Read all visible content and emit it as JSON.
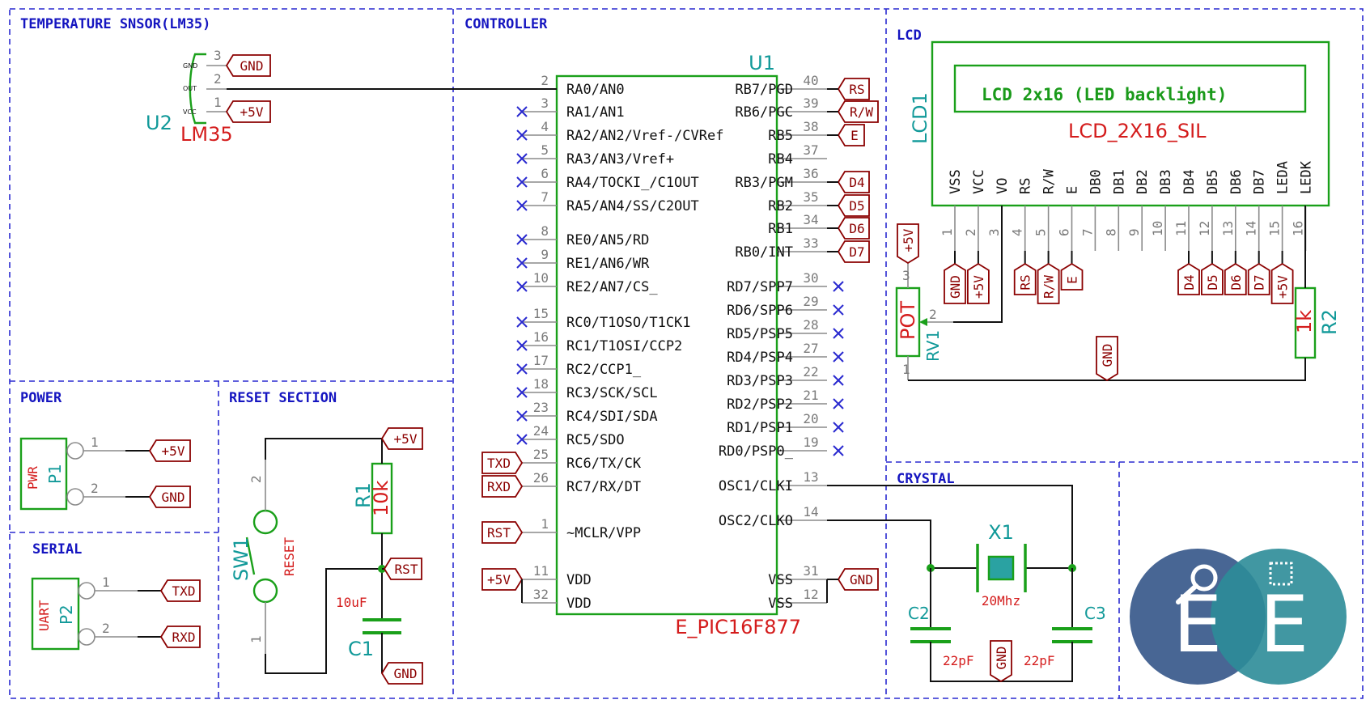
{
  "sections": {
    "temp": "TEMPERATURE SNSOR(LM35)",
    "controller": "CONTROLLER",
    "lcd": "LCD",
    "power": "POWER",
    "reset": "RESET SECTION",
    "serial": "SERIAL",
    "crystal": "CRYSTAL"
  },
  "u1": {
    "ref": "U1",
    "value": "E_PIC16F877",
    "left_pins": [
      {
        "num": "2",
        "name": "RA0/AN0"
      },
      {
        "num": "3",
        "name": "RA1/AN1"
      },
      {
        "num": "4",
        "name": "RA2/AN2/Vref-/CVRef"
      },
      {
        "num": "5",
        "name": "RA3/AN3/Vref+"
      },
      {
        "num": "6",
        "name": "RA4/TOCKI_/C1OUT"
      },
      {
        "num": "7",
        "name": "RA5/AN4/SS/C2OUT"
      },
      {
        "num": "8",
        "name": "RE0/AN5/RD"
      },
      {
        "num": "9",
        "name": "RE1/AN6/WR"
      },
      {
        "num": "10",
        "name": "RE2/AN7/CS_"
      },
      {
        "num": "15",
        "name": "RC0/T1OSO/T1CK1"
      },
      {
        "num": "16",
        "name": "RC1/T1OSI/CCP2"
      },
      {
        "num": "17",
        "name": "RC2/CCP1_"
      },
      {
        "num": "18",
        "name": "RC3/SCK/SCL"
      },
      {
        "num": "23",
        "name": "RC4/SDI/SDA"
      },
      {
        "num": "24",
        "name": "RC5/SDO"
      },
      {
        "num": "25",
        "name": "RC6/TX/CK",
        "label": "TXD"
      },
      {
        "num": "26",
        "name": "RC7/RX/DT",
        "label": "RXD"
      },
      {
        "num": "1",
        "name": "~MCLR/VPP",
        "label": "RST"
      },
      {
        "num": "11",
        "name": "VDD",
        "label": "+5V"
      },
      {
        "num": "32",
        "name": "VDD"
      }
    ],
    "right_pins": [
      {
        "num": "40",
        "name": "RB7/PGD",
        "label": "RS"
      },
      {
        "num": "39",
        "name": "RB6/PGC",
        "label": "R/W"
      },
      {
        "num": "38",
        "name": "RB5",
        "label": "E"
      },
      {
        "num": "37",
        "name": "RB4"
      },
      {
        "num": "36",
        "name": "RB3/PGM",
        "label": "D4"
      },
      {
        "num": "35",
        "name": "RB2",
        "label": "D5"
      },
      {
        "num": "34",
        "name": "RB1",
        "label": "D6"
      },
      {
        "num": "33",
        "name": "RB0/INT",
        "label": "D7"
      },
      {
        "num": "30",
        "name": "RD7/SPP7"
      },
      {
        "num": "29",
        "name": "RD6/SPP6"
      },
      {
        "num": "28",
        "name": "RD5/PSP5"
      },
      {
        "num": "27",
        "name": "RD4/PSP4"
      },
      {
        "num": "22",
        "name": "RD3/PSP3"
      },
      {
        "num": "21",
        "name": "RD2/PSP2"
      },
      {
        "num": "20",
        "name": "RD1/PSP1"
      },
      {
        "num": "19",
        "name": "RD0/PSP0_"
      },
      {
        "num": "13",
        "name": "OSC1/CLKI"
      },
      {
        "num": "14",
        "name": "OSC2/CLKO"
      },
      {
        "num": "31",
        "name": "VSS",
        "label": "GND"
      },
      {
        "num": "12",
        "name": "VSS"
      }
    ]
  },
  "u2": {
    "ref": "U2",
    "value": "LM35",
    "pins": [
      {
        "num": "3",
        "name": "GND",
        "label": "GND"
      },
      {
        "num": "2",
        "name": "OUT"
      },
      {
        "num": "1",
        "name": "VCC",
        "label": "+5V"
      }
    ]
  },
  "lcd1": {
    "ref": "LCD1",
    "value": "LCD_2X16_SIL",
    "screen_text": "LCD 2x16 (LED backlight)",
    "pins": [
      {
        "num": "1",
        "name": "VSS",
        "label": "GND"
      },
      {
        "num": "2",
        "name": "VCC",
        "label": "+5V"
      },
      {
        "num": "3",
        "name": "VO"
      },
      {
        "num": "4",
        "name": "RS",
        "label": "RS"
      },
      {
        "num": "5",
        "name": "R/W",
        "label": "R/W"
      },
      {
        "num": "6",
        "name": "E",
        "label": "E"
      },
      {
        "num": "7",
        "name": "DB0"
      },
      {
        "num": "8",
        "name": "DB1"
      },
      {
        "num": "9",
        "name": "DB2"
      },
      {
        "num": "10",
        "name": "DB3"
      },
      {
        "num": "11",
        "name": "DB4",
        "label": "D4"
      },
      {
        "num": "12",
        "name": "DB5",
        "label": "D5"
      },
      {
        "num": "13",
        "name": "DB6",
        "label": "D6"
      },
      {
        "num": "14",
        "name": "DB7",
        "label": "D7"
      },
      {
        "num": "15",
        "name": "LEDA",
        "label": "+5V"
      },
      {
        "num": "16",
        "name": "LEDK"
      }
    ]
  },
  "rv1": {
    "ref": "RV1",
    "value": "POT",
    "pin3": "3",
    "pin2": "2",
    "pin1": "1",
    "top_label": "+5V",
    "gnd_label": "GND"
  },
  "r2": {
    "ref": "R2",
    "value": "1k"
  },
  "p1": {
    "ref": "P1",
    "value": "PWR",
    "pin1": "1",
    "pin2": "2",
    "label1": "+5V",
    "label2": "GND"
  },
  "p2": {
    "ref": "P2",
    "value": "UART",
    "pin1": "1",
    "pin2": "2",
    "label1": "TXD",
    "label2": "RXD"
  },
  "sw1": {
    "ref": "SW1",
    "value": "RESET",
    "pin2": "2",
    "pin1": "1"
  },
  "r1": {
    "ref": "R1",
    "value": "10k",
    "top_label": "+5V",
    "node_label": "RST"
  },
  "c1": {
    "ref": "C1",
    "value": "10uF",
    "gnd_label": "GND"
  },
  "x1": {
    "ref": "X1",
    "value": "20Mhz"
  },
  "c2": {
    "ref": "C2",
    "value": "22pF"
  },
  "c3": {
    "ref": "C3",
    "value": "22pF"
  },
  "crystal_gnd": "GND",
  "logo": {
    "letter1": "E",
    "letter2": "E"
  },
  "colors": {
    "component": "#1aa01a",
    "reference": "#119999",
    "value": "#d41c1c",
    "net_label": "#8b0000",
    "border": "#2a2ad0"
  }
}
